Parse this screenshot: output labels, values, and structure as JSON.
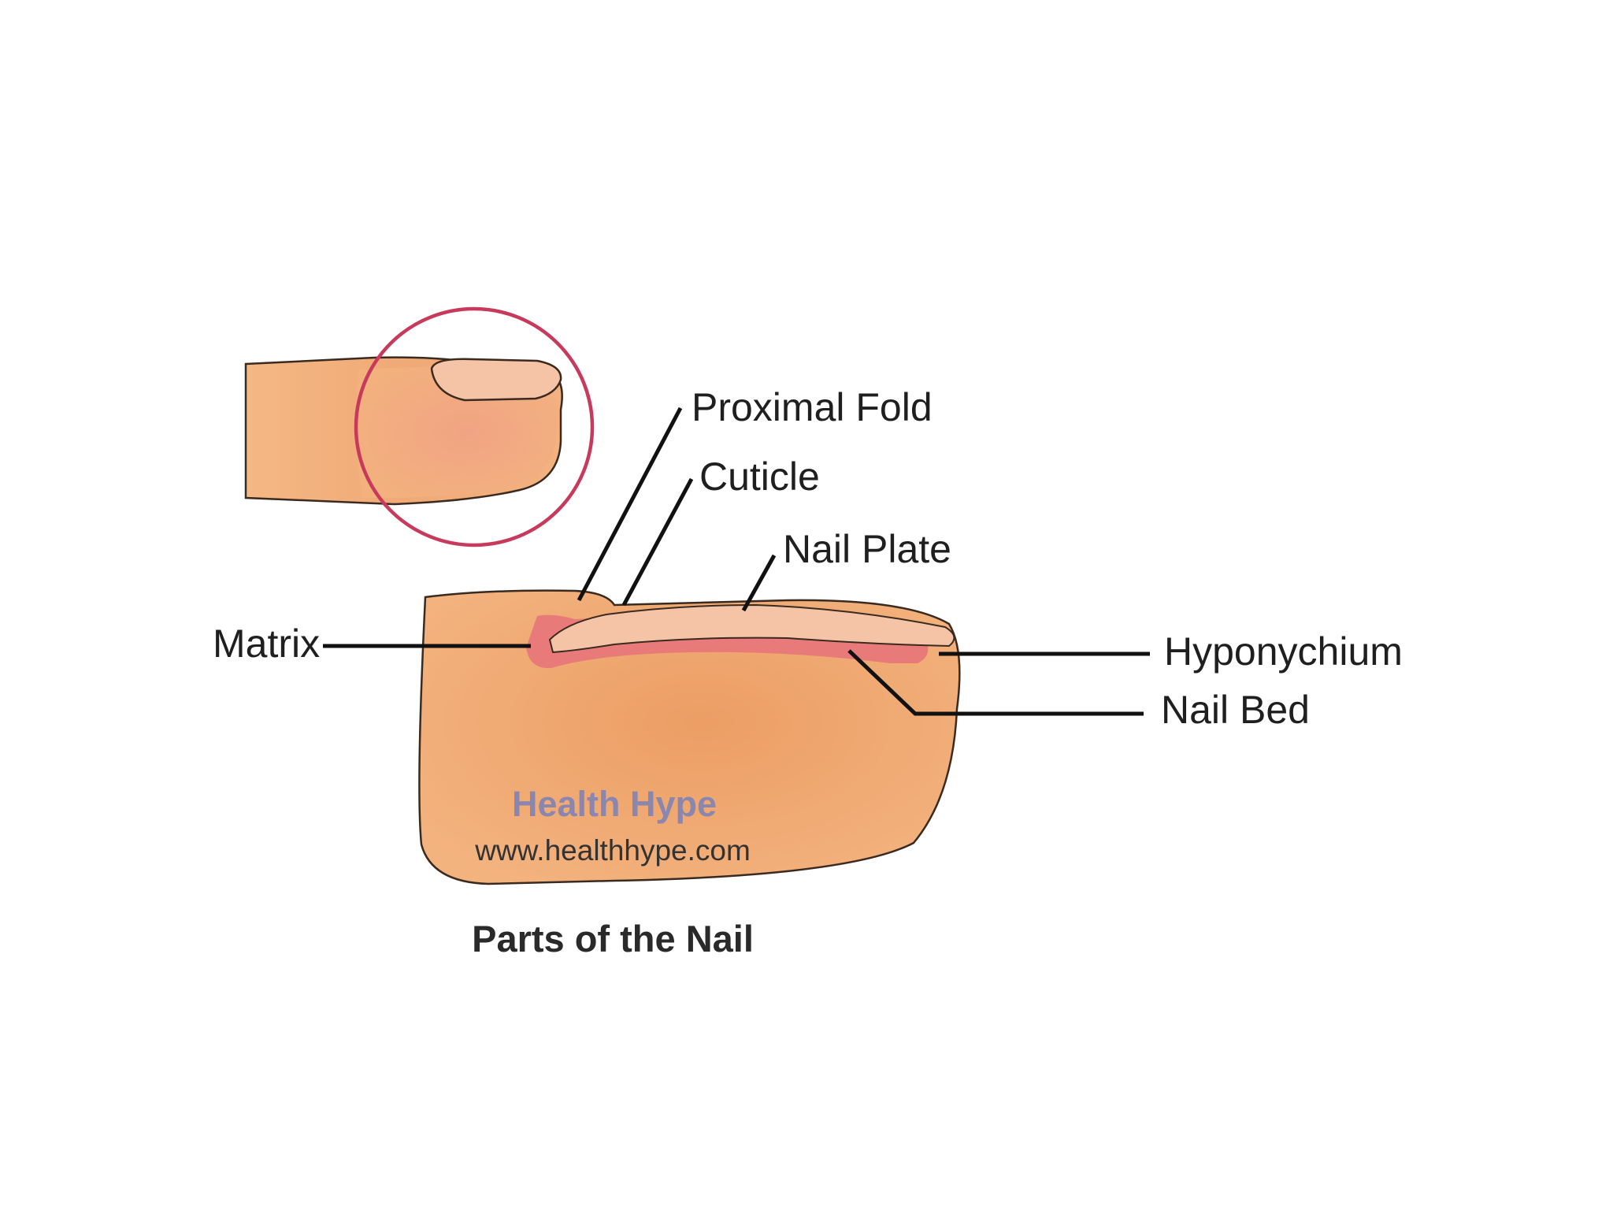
{
  "labels": {
    "proximal_fold": "Proximal Fold",
    "cuticle": "Cuticle",
    "nail_plate": "Nail Plate",
    "matrix": "Matrix",
    "hyponychium": "Hyponychium",
    "nail_bed": "Nail Bed"
  },
  "watermark": {
    "name": "Health Hype",
    "url": "www.healthhype.com"
  },
  "caption": "Parts of the Nail",
  "colors": {
    "skin": "#f2ae79",
    "skin_center": "#eb9d62",
    "nail": "#f5c4a6",
    "nail_bed": "#e97a7a",
    "circle": "#c83a5c",
    "watermark": "#8b86ad"
  }
}
